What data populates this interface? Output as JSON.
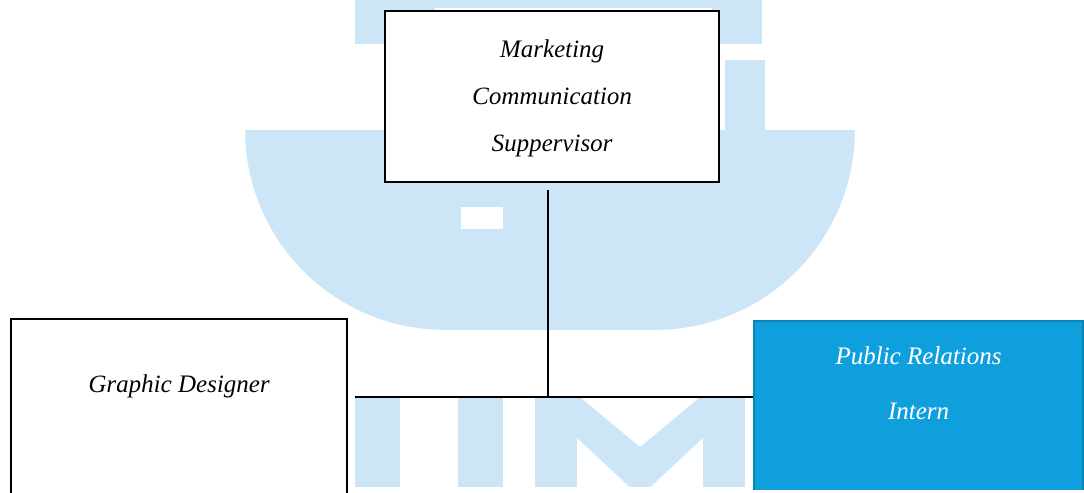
{
  "colors": {
    "watermark": "#cde6f7",
    "box_border": "#000000",
    "box_fill": "#ffffff",
    "highlight_fill": "#0e9fdc",
    "highlight_text": "#ffffff"
  },
  "org_chart": {
    "top": {
      "lines": [
        "Marketing",
        "Communication",
        "Suppervisor"
      ]
    },
    "left": {
      "lines": [
        "Graphic Designer"
      ]
    },
    "right": {
      "lines": [
        "Public Relations",
        "Intern"
      ],
      "highlighted": true
    }
  }
}
